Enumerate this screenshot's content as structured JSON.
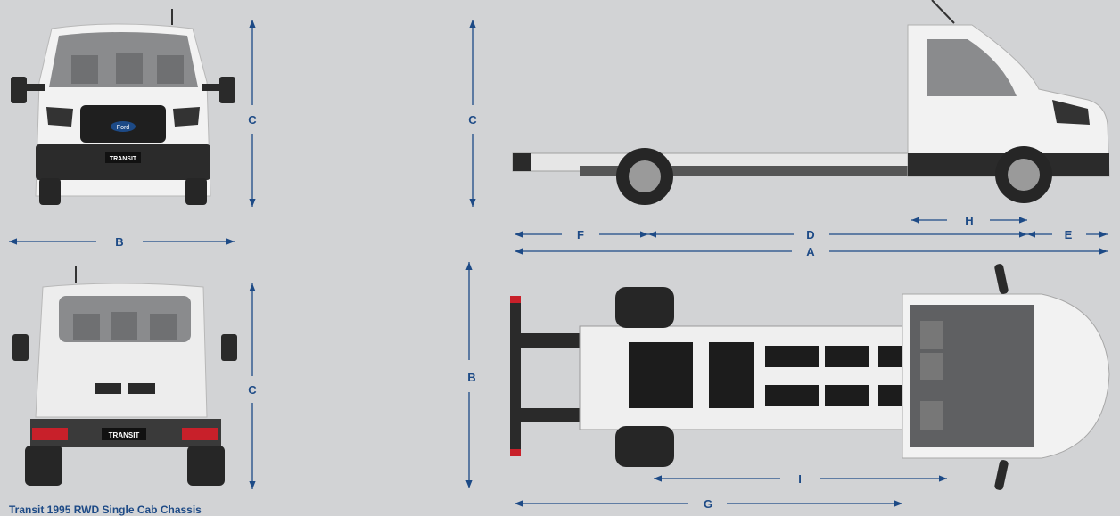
{
  "caption": "Transit 1995 RWD Single Cab Chassis",
  "dimension_labels": {
    "A": "A",
    "B": "B",
    "C": "C",
    "D": "D",
    "E": "E",
    "F": "F",
    "G": "G",
    "H": "H",
    "I": "I"
  },
  "badges": {
    "front_grille": "Ford",
    "front_plate": "TRANSIT",
    "rear_plate": "TRANSIT"
  },
  "colors": {
    "background": "#d2d3d5",
    "dimension_blue": "#1d4a86",
    "body_white": "#f2f2f2",
    "tail_light_red": "#c8202a"
  }
}
